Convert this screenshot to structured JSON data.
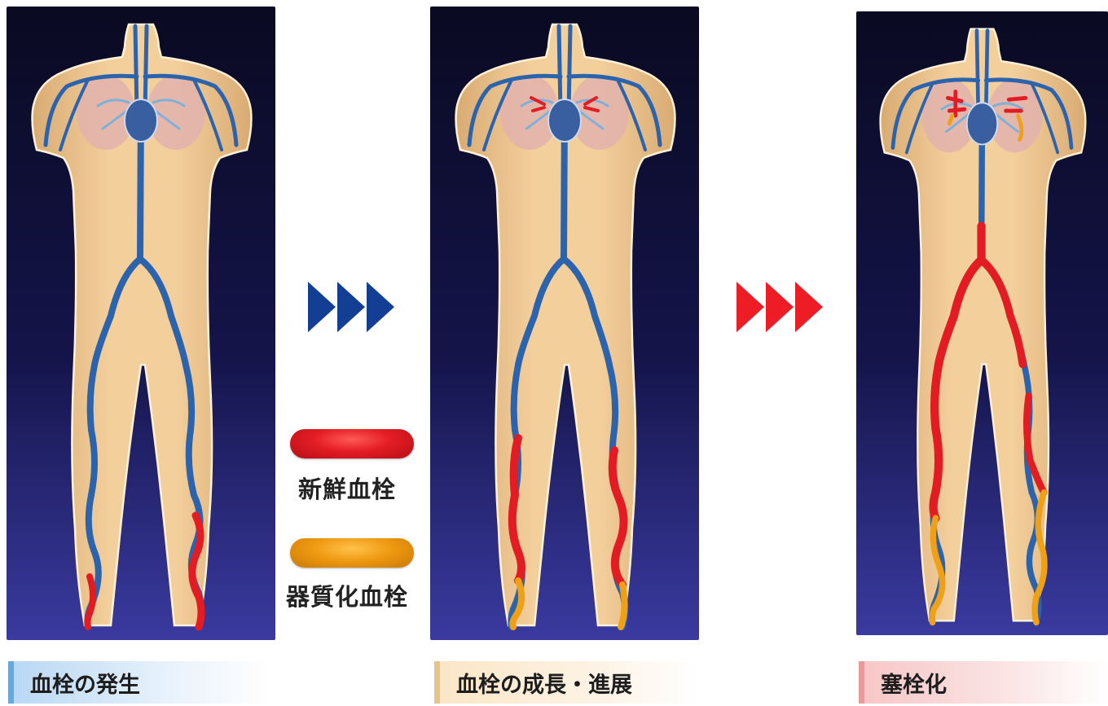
{
  "panels": [
    {
      "caption": "血栓の発生",
      "stage": "occurrence"
    },
    {
      "caption": "血栓の成長・進展",
      "stage": "growth"
    },
    {
      "caption": "塞栓化",
      "stage": "embolization"
    }
  ],
  "legend": {
    "fresh_label": "新鮮血栓",
    "organized_label": "器質化血栓"
  },
  "colors": {
    "vein": "#2c63ad",
    "fresh_thrombus": "#e31c24",
    "organized_thrombus": "#f0a015",
    "arrow_blue": "#123f93",
    "arrow_red": "#ee1c24",
    "background_top": "#0a0a22",
    "background_bottom": "#3a3aa0",
    "skin": "#f3cf9c"
  }
}
